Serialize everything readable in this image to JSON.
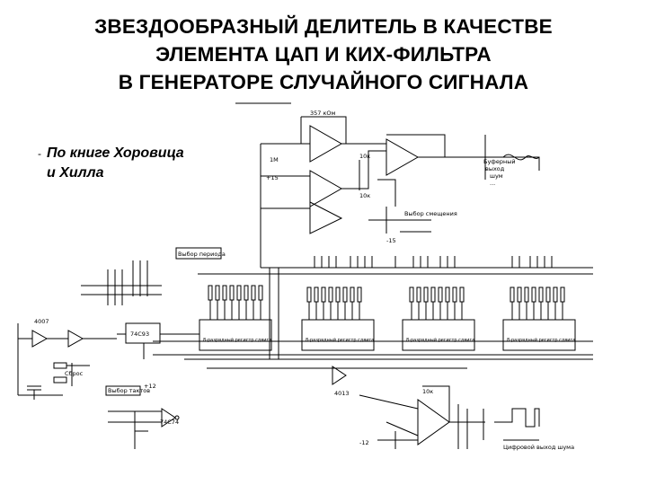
{
  "title": {
    "line1": "ЗВЕЗДООБРАЗНЫЙ ДЕЛИТЕЛЬ В КАЧЕСТВЕ",
    "line2": "ЭЛЕМЕНТА ЦАП И КИХ-ФИЛЬТРА",
    "line3": "В ГЕНЕРАТОРЕ СЛУЧАЙНОГО СИГНАЛА"
  },
  "note": {
    "bullet": "-",
    "line1": "По книге Хоровица",
    "line2": "и Хилла"
  },
  "schematic": {
    "top_label": "357 кОм",
    "out_desc": [
      "Буферный",
      "выход",
      "шум",
      "..."
    ],
    "adj_label": "Выбор смещения",
    "noise_time_label": "Выбор периода",
    "reg_labels": [
      "8-разрядный регистр сдвига",
      "8-разрядный регистр сдвига",
      "8-разрядный регистр сдвига",
      "8-разрядный регистр сдвига"
    ],
    "clock_label": "Выбор тактов",
    "reset_label": "Сброс",
    "chip_labels": [
      "4007",
      "74С93",
      "74С74",
      "4013"
    ],
    "pin_labels": [
      "+12",
      "-12",
      "+15",
      "-15",
      "1М",
      "10к",
      "10к",
      "10к"
    ],
    "digital_out_label": "Цифровой выход шума",
    "colors": {
      "ink": "#000000",
      "background": "#ffffff"
    }
  }
}
